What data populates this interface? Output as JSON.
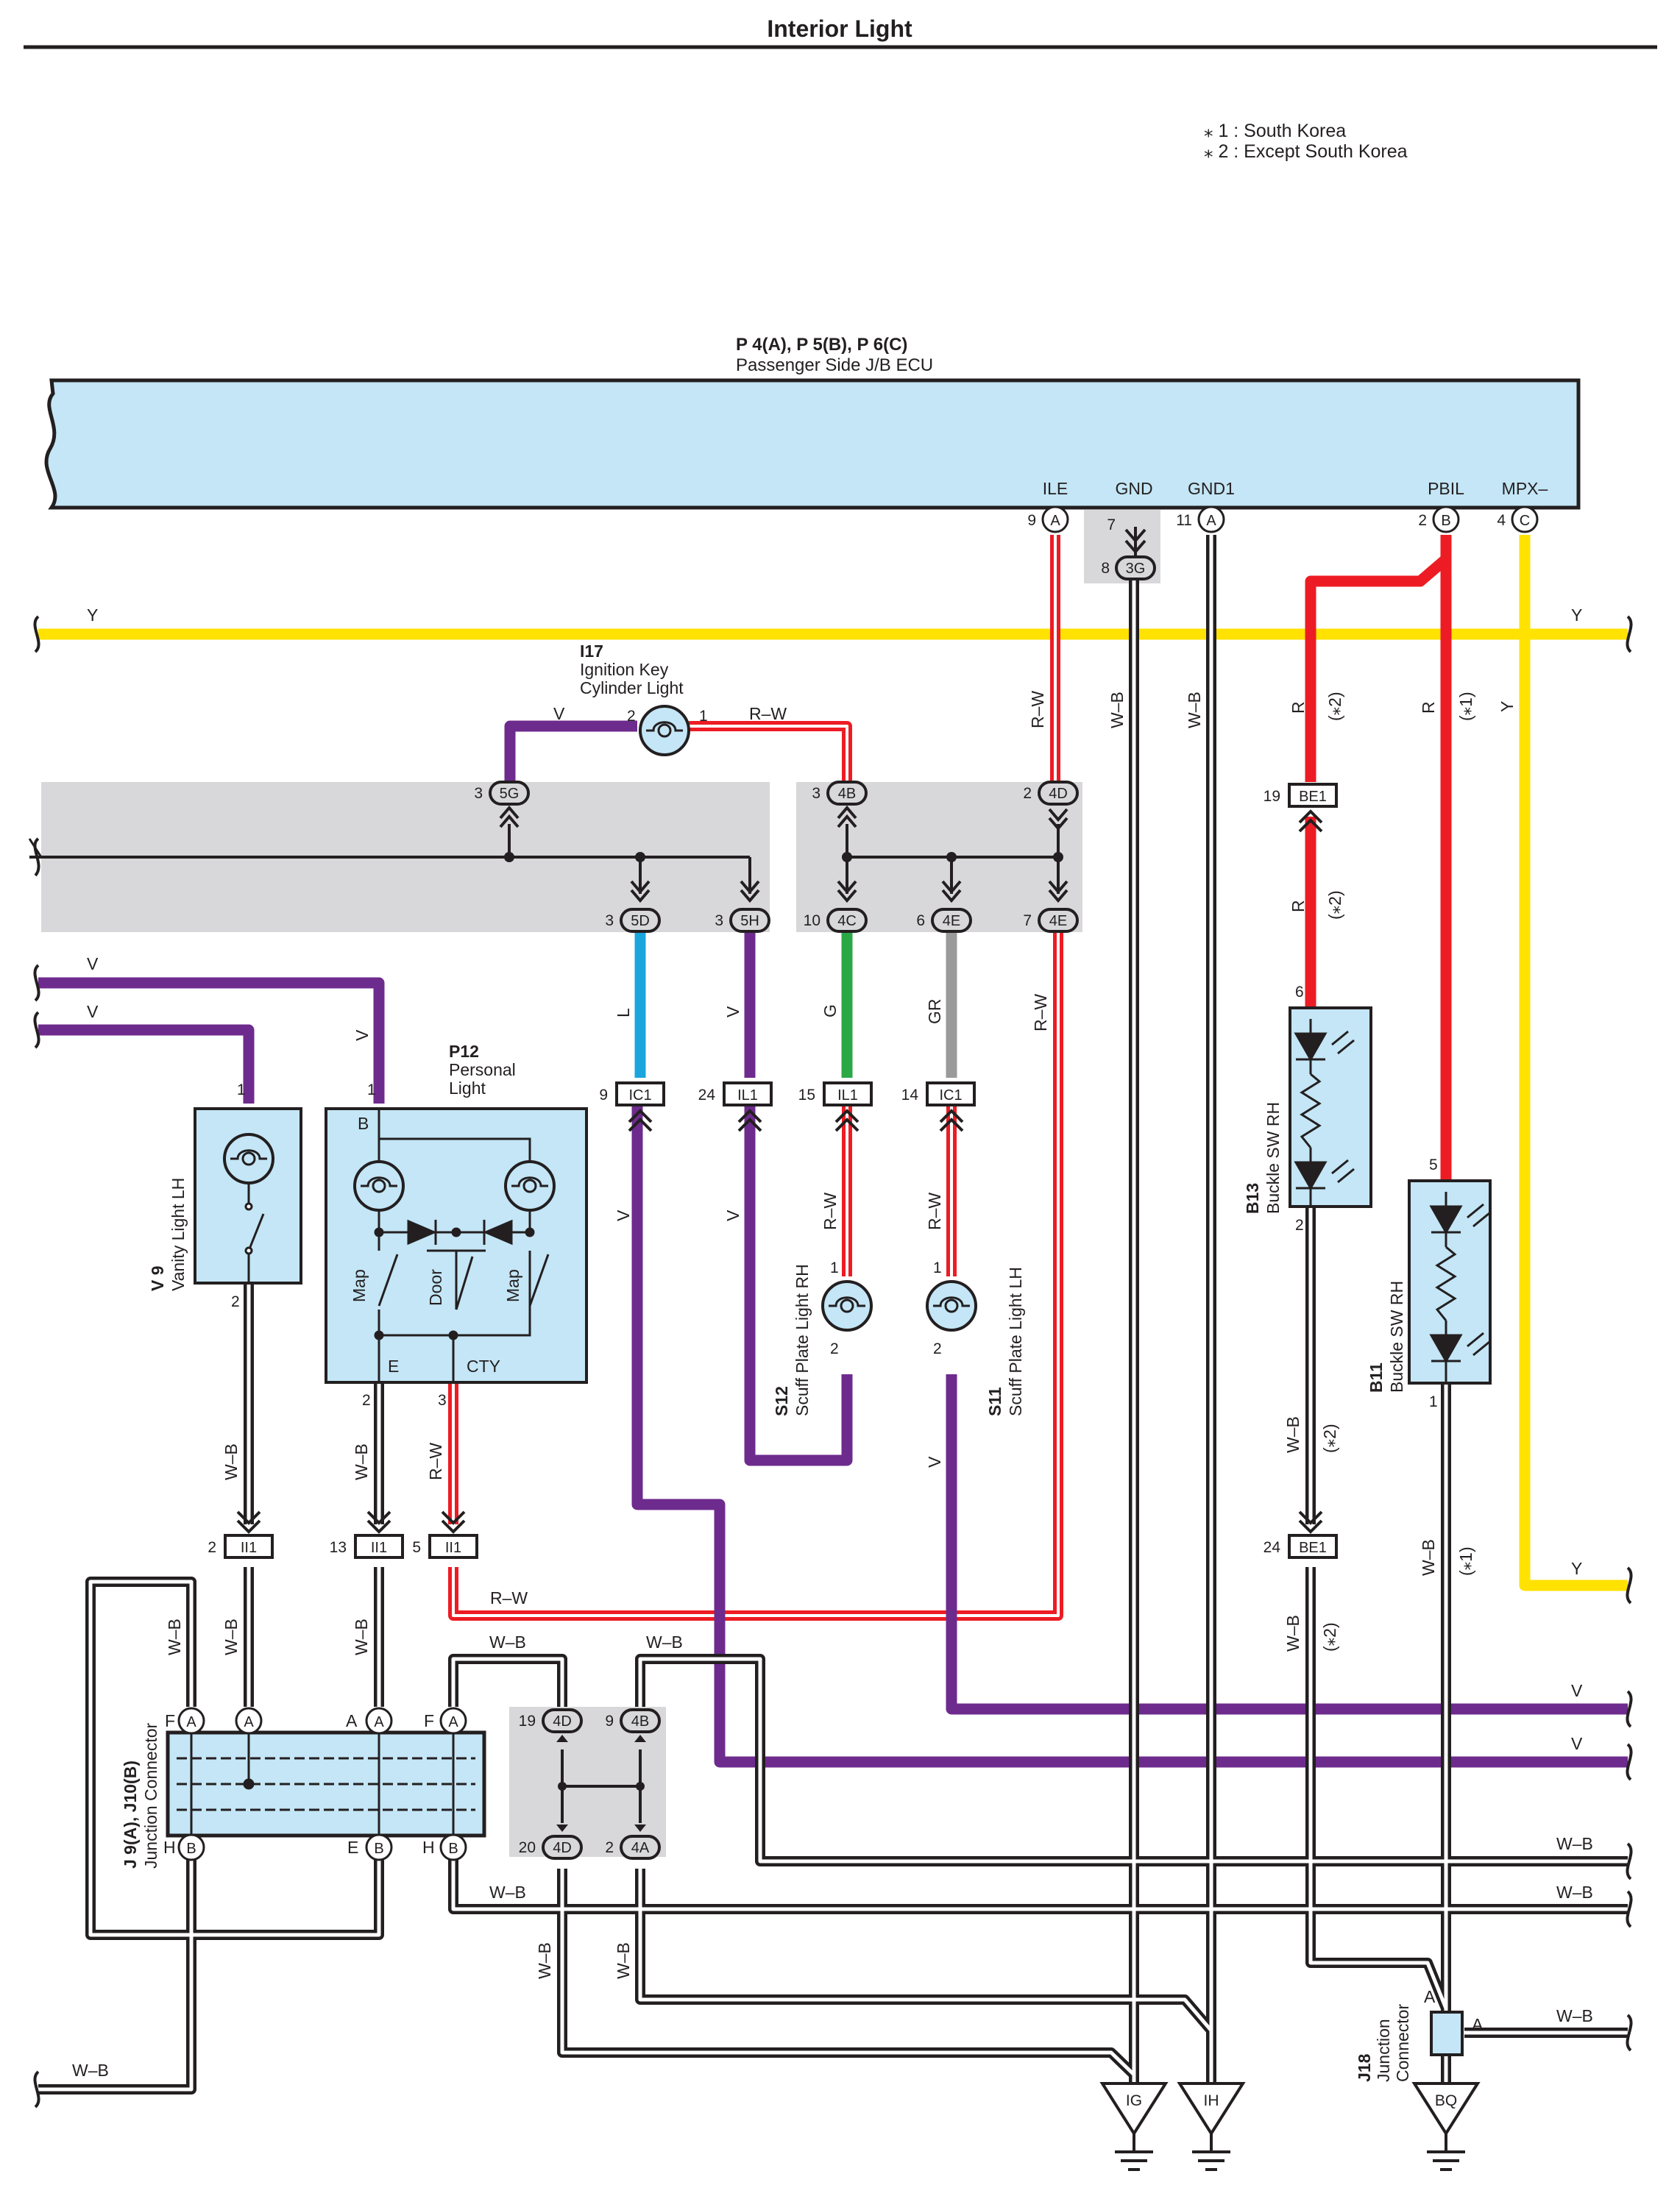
{
  "page": {
    "title": "Interior Light",
    "notes": [
      "⁎ 1 : South Korea",
      "⁎ 2 : Except South Korea"
    ]
  },
  "ecu": {
    "code": "P 4(A), P 5(B), P 6(C)",
    "name": "Passenger Side J/B ECU",
    "terminals": {
      "ile": "ILE",
      "gnd": "GND",
      "gnd1": "GND1",
      "pbil": "PBIL",
      "mpx": "MPX–"
    }
  },
  "components": {
    "i17": {
      "code": "I17",
      "line1": "Ignition Key",
      "line2": "Cylinder Light"
    },
    "p12": {
      "code": "P12",
      "line1": "Personal",
      "line2": "Light",
      "b": "B",
      "e": "E",
      "cty": "CTY",
      "map_l": "Map",
      "door": "Door",
      "map_r": "Map"
    },
    "v9": {
      "code": "V 9",
      "name": "Vanity Light LH"
    },
    "s12": {
      "code": "S12",
      "name": "Scuff Plate Light RH"
    },
    "s11": {
      "code": "S11",
      "name": "Scuff Plate Light LH"
    },
    "b13": {
      "code": "B13",
      "name": "Buckle SW RH"
    },
    "b11": {
      "code": "B11",
      "name": "Buckle SW RH"
    },
    "j9": {
      "code": "J 9(A), J10(B)",
      "name": "Junction Connector",
      "f": "F",
      "h": "H",
      "a": "A",
      "e": "E",
      "b": "B"
    },
    "j18": {
      "code": "J18",
      "line1": "Junction",
      "line2": "Connector",
      "a": "A"
    }
  },
  "connectors": {
    "ile_pin": "9",
    "ile_c": "A",
    "gnd_pin": "7",
    "gnd1_pin": "11",
    "gnd1_c": "A",
    "pbil_pin": "2",
    "pbil_c": "B",
    "mpx_pin": "4",
    "mpx_c": "C",
    "g3_pin": "8",
    "g3": "3G",
    "g5_pin": "3",
    "g5": "5G",
    "b4_pin": "3",
    "b4": "4B",
    "d4_pin": "2",
    "d4": "4D",
    "d5_pin": "3",
    "d5": "5D",
    "h5_pin": "3",
    "h5": "5H",
    "c4_pin": "10",
    "c4": "4C",
    "e4a_pin": "6",
    "e4a": "4E",
    "e4b_pin": "7",
    "e4b": "4E",
    "ic1a_pin": "9",
    "ic1a": "IC1",
    "il1a_pin": "24",
    "il1a": "IL1",
    "il1b_pin": "15",
    "il1b": "IL1",
    "ic1b_pin": "14",
    "ic1b": "IC1",
    "be1a_pin": "19",
    "be1a": "BE1",
    "be1b_pin": "24",
    "be1b": "BE1",
    "ii1a_pin": "2",
    "ii1a": "II1",
    "ii1b_pin": "13",
    "ii1b": "II1",
    "ii1c_pin": "5",
    "ii1c": "II1",
    "j4d_pin": "19",
    "j4d": "4D",
    "j4b_pin": "9",
    "j4b": "4B",
    "j4d2_pin": "20",
    "j4d2": "4D",
    "j4a_pin": "2",
    "j4a": "4A"
  },
  "pins": {
    "i17_2": "2",
    "i17_1": "1",
    "v9_1": "1",
    "v9_2": "2",
    "p12_1": "1",
    "p12_2": "2",
    "p12_3": "3",
    "s12_1": "1",
    "s12_2": "2",
    "s11_1": "1",
    "s11_2": "2",
    "b13_6": "6",
    "b13_2": "2",
    "b11_5": "5",
    "b11_1": "1"
  },
  "wires": {
    "y": "Y",
    "v": "V",
    "rw": "R–W",
    "wb": "W–B",
    "r": "R",
    "l": "L",
    "g": "G",
    "gr": "GR",
    "n1": "(⁎1)",
    "n2": "(⁎2)"
  },
  "grounds": {
    "ig": "IG",
    "ih": "IH",
    "bq": "BQ"
  },
  "colors": {
    "yellow": "#ffe200",
    "violet": "#6e2b8e",
    "red": "#ed1c24",
    "blue": "#1aa6dd",
    "green": "#2aa845",
    "gray": "#9a9a9a",
    "black": "#231f20",
    "ecu_fill": "#c4e6f6",
    "jb_fill": "#d8d8da"
  }
}
